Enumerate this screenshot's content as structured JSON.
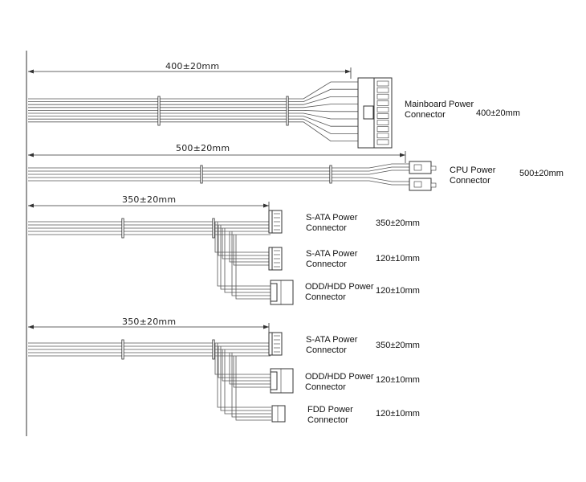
{
  "cables": [
    {
      "dimension": "400±20mm",
      "connectors": [
        {
          "label": "Mainboard Power Connector",
          "line1": "Mainboard Power",
          "line2": "Connector",
          "length": "400±20mm"
        }
      ]
    },
    {
      "dimension": "500±20mm",
      "connectors": [
        {
          "label": "CPU Power Connector",
          "line1": "CPU Power",
          "line2": "Connector",
          "length": "500±20mm"
        }
      ]
    },
    {
      "dimension": "350±20mm",
      "connectors": [
        {
          "label": "S-ATA Power Connector",
          "line1": "S-ATA Power",
          "line2": "Connector",
          "length": "350±20mm"
        },
        {
          "label": "S-ATA Power Connector",
          "line1": "S-ATA Power",
          "line2": "Connector",
          "length": "120±10mm"
        },
        {
          "label": "ODD/HDD Power Connector",
          "line1": "ODD/HDD Power",
          "line2": "Connector",
          "length": "120±10mm"
        }
      ]
    },
    {
      "dimension": "350±20mm",
      "connectors": [
        {
          "label": "S-ATA Power Connector",
          "line1": "S-ATA Power",
          "line2": "Connector",
          "length": "350±20mm"
        },
        {
          "label": "ODD/HDD Power Connector",
          "line1": "ODD/HDD Power",
          "line2": "Connector",
          "length": "120±10mm"
        },
        {
          "label": "FDD Power Connector",
          "line1": "FDD Power",
          "line2": "Connector",
          "length": "120±10mm"
        }
      ]
    }
  ],
  "colors": {
    "line": "#333333",
    "wire": "#555555"
  }
}
